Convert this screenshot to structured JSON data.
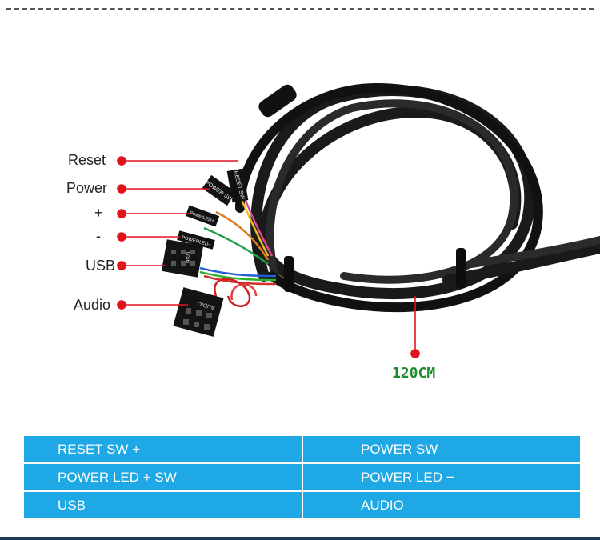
{
  "labels": {
    "reset": "Reset",
    "power": "Power",
    "plus": "+",
    "minus": "-",
    "usb": "USB",
    "audio": "Audio",
    "length": "120CM"
  },
  "connector_prints": {
    "reset_sw": "RESET SW",
    "power_sw": "POWER SW",
    "power_led_plus": "PowerLED+",
    "power_led": "POWERLED-",
    "usb": "USB",
    "audio": "AUDIO"
  },
  "spec_table": {
    "rows": [
      {
        "left": "RESET SW  +",
        "right": "POWER SW"
      },
      {
        "left": "POWER LED + SW",
        "right": "POWER LED −"
      },
      {
        "left": "USB",
        "right": "AUDIO"
      }
    ]
  },
  "colors": {
    "accent": "#1ea8e6",
    "pointer": "#e0141c",
    "length_text": "#1f8a2e"
  }
}
